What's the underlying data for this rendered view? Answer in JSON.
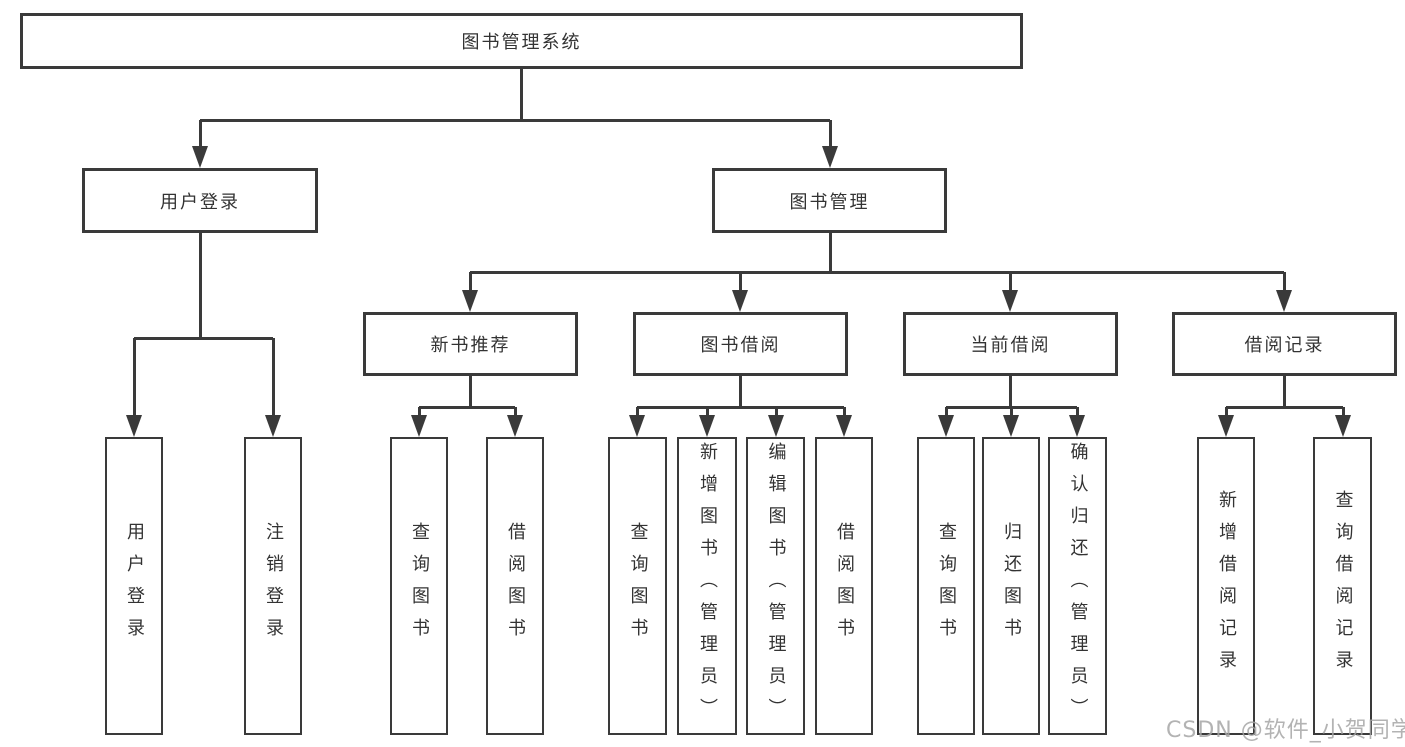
{
  "diagram": {
    "root_label": "图书管理系统",
    "level2": {
      "user_login": "用户登录",
      "book_mgmt": "图书管理"
    },
    "level3": {
      "new_books": "新书推荐",
      "book_borrow": "图书借阅",
      "current_borrow": "当前借阅",
      "borrow_records": "借阅记录"
    },
    "leaves": {
      "user_login": [
        "用户登录",
        "注销登录"
      ],
      "new_books": [
        "查询图书",
        "借阅图书"
      ],
      "book_borrow": [
        "查询图书",
        "新增图书（管理员）",
        "编辑图书（管理员）",
        "借阅图书"
      ],
      "current_borrow": [
        "查询图书",
        "归还图书",
        "确认归还（管理员）"
      ],
      "borrow_records": [
        "新增借阅记录",
        "查询借阅记录"
      ]
    },
    "colors": {
      "line": "#3a3a3a",
      "text": "#333333",
      "background": "#ffffff",
      "watermark": "#a6a6a6"
    }
  },
  "watermark": "CSDN @软件_小贺同学"
}
